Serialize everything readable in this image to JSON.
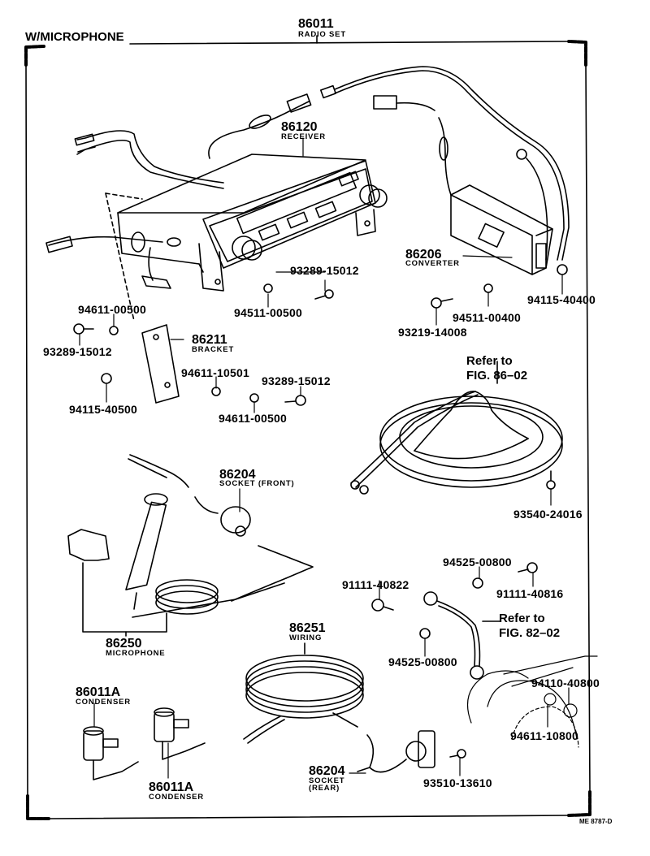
{
  "header": {
    "variant": "W/MICROPHONE",
    "assembly_part_no": "86011",
    "assembly_name": "RADIO SET"
  },
  "parts": {
    "receiver": {
      "no": "86120",
      "name": "RECEIVER"
    },
    "converter": {
      "no": "86206",
      "name": "CONVERTER"
    },
    "bracket": {
      "no": "86211",
      "name": "BRACKET"
    },
    "socket_front": {
      "no": "86204",
      "name": "SOCKET (FRONT)"
    },
    "microphone": {
      "no": "86250",
      "name": "MICROPHONE"
    },
    "wiring": {
      "no": "86251",
      "name": "WIRING"
    },
    "socket_rear": {
      "no": "86204",
      "name1": "SOCKET",
      "name2": "(REAR)"
    },
    "condenser_1": {
      "no": "86011A",
      "name": "CONDENSER"
    },
    "condenser_2": {
      "no": "86011A",
      "name": "CONDENSER"
    }
  },
  "fasteners": {
    "f1": "93289-15012",
    "f2": "94511-00500",
    "f3": "94611-00500",
    "f4": "93289-15012",
    "f5": "94115-40500",
    "f6": "94611-10501",
    "f7": "93289-15012",
    "f8": "94611-00500",
    "f9": "93219-14008",
    "f10": "94511-00400",
    "f11": "94115-40400",
    "f12": "93540-24016",
    "f13": "94525-00800",
    "f14": "91111-40816",
    "f15": "91111-40822",
    "f16": "94525-00800",
    "f17": "94110-40800",
    "f18": "94611-10800",
    "f19": "93510-13610"
  },
  "references": {
    "speaker": {
      "line1": "Refer to",
      "line2": "FIG. 86–02"
    },
    "ground_strap": {
      "line1": "Refer to",
      "line2": "FIG. 82–02"
    }
  },
  "footer": {
    "drawing_code": "ME 8787-D"
  },
  "icons": {
    "receiver": "car-radio-receiver",
    "converter": "converter-box",
    "speaker": "speaker-cone",
    "microphone": "handheld-microphone",
    "wiring": "coiled-wire-harness",
    "condenser": "condenser-capacitor",
    "alternator": "alternator"
  }
}
